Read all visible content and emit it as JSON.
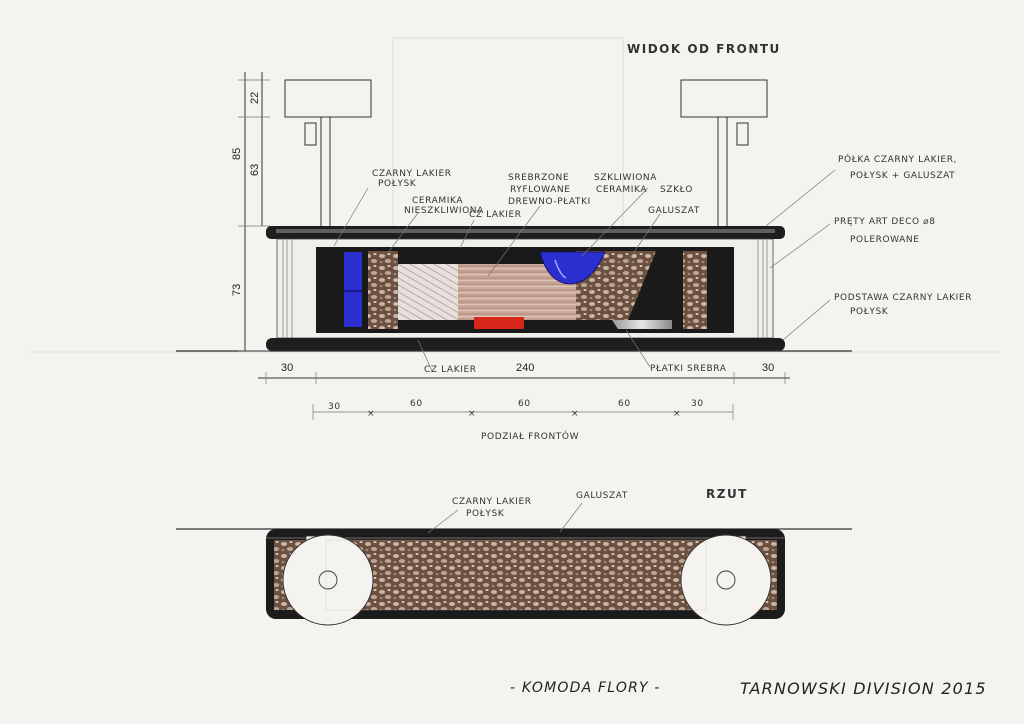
{
  "title": "WIDOK OD FRONTU",
  "plan_title": "RZUT",
  "front_labels": {
    "black_lacquer_gloss": [
      "CZARNY LAKIER",
      "POŁYSK"
    ],
    "ceramic_unglazed": [
      "CERAMIKA",
      "NIESZKLIWIONA"
    ],
    "silvered": [
      "SREBRZONE",
      "RYFLOWANE",
      "DREWNO-PŁATKI"
    ],
    "black_lacquer": "CZ LAKIER",
    "glazed_ceramic": [
      "SZKLIWIONA",
      "CERAMIKA"
    ],
    "glass": "SZKŁO",
    "galuszat": "GALUSZAT",
    "shelf": [
      "PÓŁKA CZARNY LAKIER,",
      "POŁYSK + GALUSZAT"
    ],
    "rods": [
      "PRĘTY ART DECO ⌀8",
      "POLEROWANE"
    ],
    "base": [
      "PODSTAWA CZARNY LAKIER",
      "POŁYSK"
    ],
    "cz_lakier_bottom": "CZ LAKIER",
    "silver_flakes": "PŁATKI SREBRA"
  },
  "dimensions": {
    "lamp_top": "22",
    "lamp_stem": "63",
    "lamp_total": "85",
    "body_height": "73",
    "left_side": "30",
    "middle": "240",
    "right_side": "30"
  },
  "front_division": {
    "label": "PODZIAŁ FRONTÓW",
    "values": [
      "30",
      "60",
      "60",
      "60",
      "30"
    ]
  },
  "plan_labels": {
    "black_lacquer_gloss": [
      "CZARNY LAKIER",
      "POŁYSK"
    ],
    "galuszat": "GALUSZAT"
  },
  "signature": {
    "product": "- KOMODA FLORY -",
    "designer": "TARNOWSKI DIVISION 2015"
  },
  "colors": {
    "cobalt_blue": "#2b2fd0",
    "red_accent": "#d8261b",
    "black_lacquer": "#1c1c1c",
    "galuszat_brown": "#7a5a46",
    "wood_flakes": "#c8a898"
  }
}
